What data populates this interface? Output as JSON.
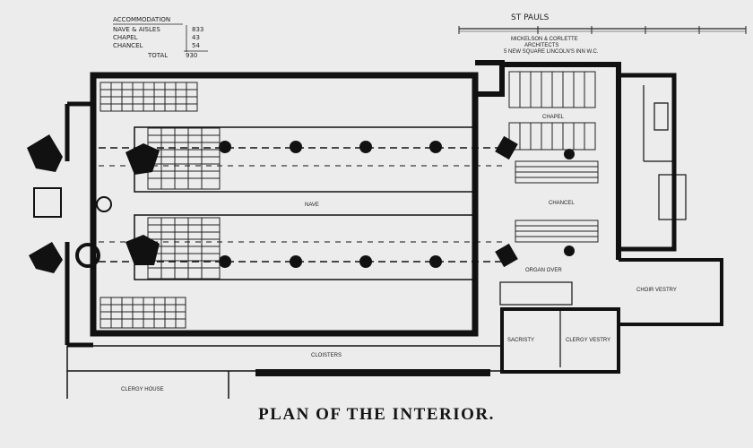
{
  "caption": "PLAN OF THE INTERIOR.",
  "accommodation": {
    "heading": "ACCOMMODATION",
    "rows": [
      {
        "label": "NAVE & AISLES",
        "value": "833"
      },
      {
        "label": "CHAPEL",
        "value": "43"
      },
      {
        "label": "CHANCEL",
        "value": "54"
      }
    ],
    "total_label": "TOTAL",
    "total_value": "930"
  },
  "scale": {
    "title": "ST PAULS",
    "subtitle_1": "MICKELSON & CORLETTE",
    "subtitle_2": "ARCHITECTS",
    "subtitle_3": "5 NEW SQUARE LINCOLN'S INN W.C."
  },
  "rooms": {
    "nave": "NAVE",
    "chapel": "CHAPEL",
    "chancel": "CHANCEL",
    "organ": "ORGAN OVER",
    "choir_vestry": "CHOIR VESTRY",
    "sacristy": "SACRISTY",
    "clergy_vestry": "CLERGY VESTRY",
    "cloisters": "CLOISTERS",
    "clergy_house": "CLERGY HOUSE"
  },
  "colors": {
    "ink": "#141414",
    "paper": "#ececec"
  }
}
